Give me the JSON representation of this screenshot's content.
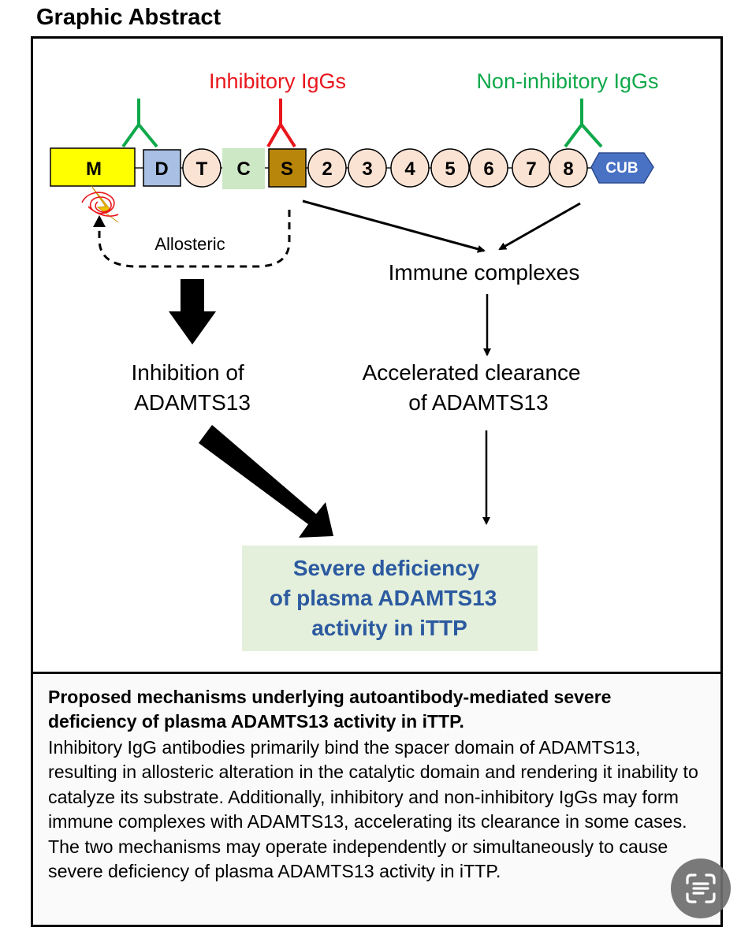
{
  "header": {
    "title": "Graphic Abstract"
  },
  "diagram": {
    "antibody_labels": {
      "inhibitory": "Inhibitory IgGs",
      "non_inhibitory": "Non-inhibitory IgGs"
    },
    "domains": [
      "M",
      "D",
      "T",
      "C",
      "S",
      "2",
      "3",
      "4",
      "5",
      "6",
      "7",
      "8",
      "CUB"
    ],
    "allosteric_label": "Allosteric",
    "immune_complexes": "Immune complexes",
    "inhibition": {
      "line1": "Inhibition of",
      "line2": "ADAMTS13"
    },
    "clearance": {
      "line1": "Accelerated clearance",
      "line2": "of ADAMTS13"
    },
    "outcome": {
      "line1": "Severe deficiency",
      "line2": "of plasma ADAMTS13",
      "line3": "activity in iTTP"
    },
    "colors": {
      "inhibitory": "#e8161c",
      "non_inhibitory": "#0fa84a",
      "metalloprotease": "#ffff00",
      "disintegrin": "#a9bfe3",
      "spacer": "#b8860b",
      "cysteine_rich": "#cce8c4",
      "tsp_repeat": "#fbe3d4",
      "cub": "#4a72c4",
      "outcome_box": "#e4f0dc",
      "outcome_text": "#2c5aa0"
    }
  },
  "caption": {
    "title": "Proposed mechanisms underlying autoantibody-mediated severe deficiency of plasma ADAMTS13 activity in iTTP.",
    "body": "Inhibitory IgG antibodies primarily bind the spacer domain of ADAMTS13, resulting in allosteric alteration in the catalytic domain and rendering it inability to catalyze its substrate. Additionally, inhibitory and non-inhibitory IgGs may form immune complexes with ADAMTS13, accelerating its clearance in some cases. The two mechanisms may operate independently or simultaneously to cause severe deficiency of plasma ADAMTS13 activity in iTTP."
  },
  "overlay": {
    "icon": "text-scan-icon"
  }
}
